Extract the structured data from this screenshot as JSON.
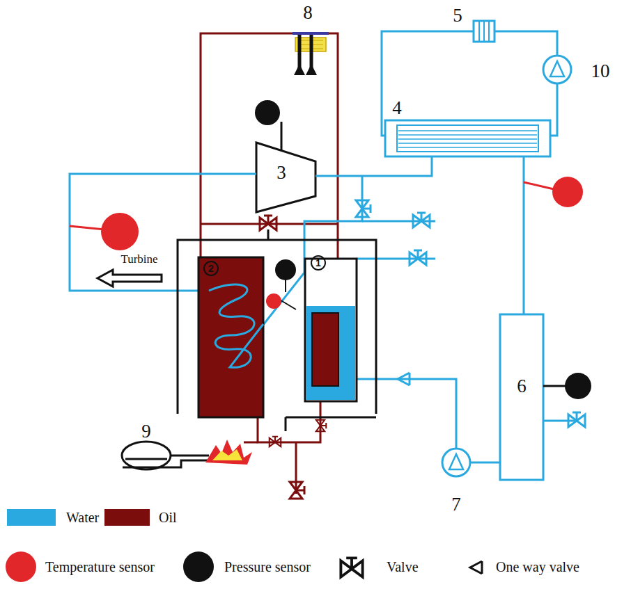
{
  "diagram": {
    "nodes": [
      {
        "text": [
          "2"
        ]
      },
      {
        "text": [
          "1"
        ]
      }
    ],
    "labels": [
      "8",
      "5",
      "10",
      "4",
      "3",
      "Turbine",
      "9",
      "6",
      "7"
    ],
    "legend": [
      {
        "text": "Water",
        "color": "#2aa9e0"
      },
      {
        "text": "Oil",
        "color": "#7b0d0d"
      },
      {
        "text": "Temperature sensor"
      },
      {
        "text": "Pressure sensor"
      },
      {
        "text": "Valve"
      },
      {
        "text": "One way valve"
      }
    ]
  }
}
